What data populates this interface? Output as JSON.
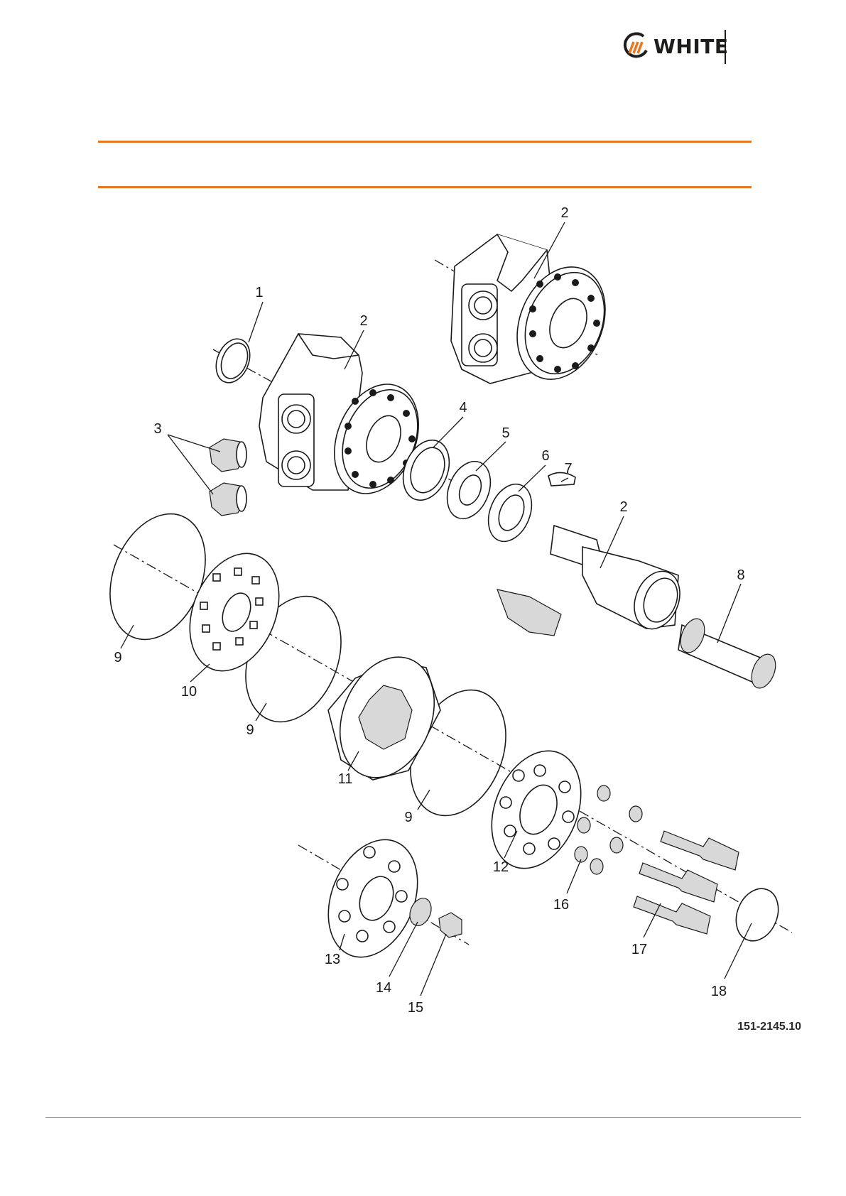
{
  "header": {
    "brand_name": "WHITE"
  },
  "diagram": {
    "figure_number": "151-2145.10",
    "callouts": [
      "1",
      "2",
      "2",
      "2",
      "3",
      "4",
      "5",
      "6",
      "7",
      "8",
      "9",
      "9",
      "9",
      "10",
      "11",
      "12",
      "13",
      "14",
      "15",
      "16",
      "17",
      "18"
    ]
  },
  "colors": {
    "accent_rule": "#e87722",
    "ink": "#1a1a1a",
    "footer_rule": "#9a9a9a"
  }
}
